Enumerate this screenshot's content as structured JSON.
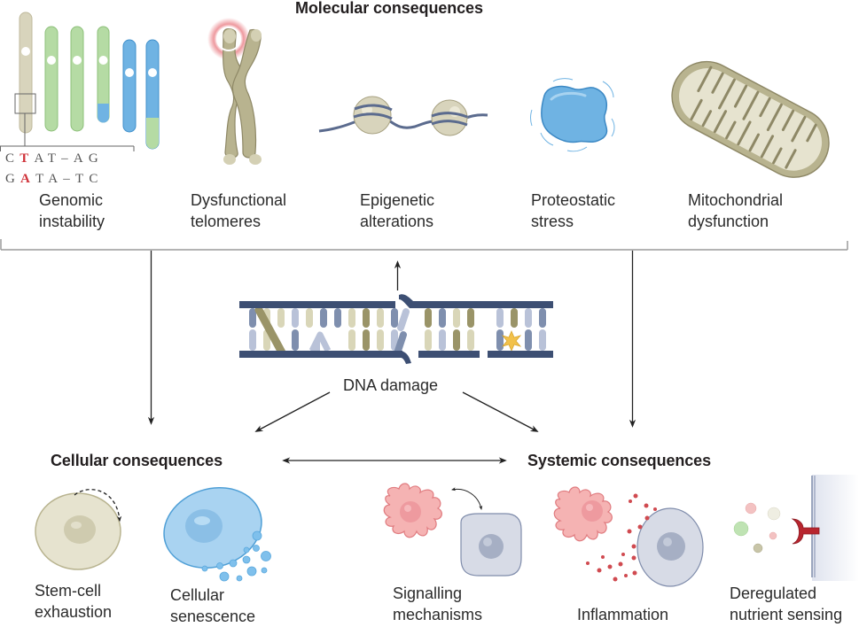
{
  "diagram": {
    "title_molecular": "Molecular consequences",
    "title_cellular": "Cellular consequences",
    "title_systemic": "Systemic consequences",
    "center_label": "DNA damage",
    "molecular_items": [
      {
        "label": "Genomic\ninstability",
        "icon": "chromosomes-icon"
      },
      {
        "label": "Dysfunctional\ntelomeres",
        "icon": "telomere-chromosome-icon"
      },
      {
        "label": "Epigenetic\nalterations",
        "icon": "nucleosome-icon"
      },
      {
        "label": "Proteostatic\nstress",
        "icon": "misfolded-protein-icon"
      },
      {
        "label": "Mitochondrial\ndysfunction",
        "icon": "mitochondrion-icon"
      }
    ],
    "dna_sequence": {
      "top": {
        "pre": "C",
        "mut": "T",
        "post": "AT–AG"
      },
      "bottom": {
        "pre": "G",
        "mut": "A",
        "post": "TA–TC"
      }
    },
    "cellular_items": [
      {
        "label": "Stem-cell\nexhaustion",
        "icon": "stem-cell-icon"
      },
      {
        "label": "Cellular\nsenescence",
        "icon": "senescent-cell-icon"
      }
    ],
    "systemic_items": [
      {
        "label": "Signalling\nmechanisms",
        "icon": "cell-signalling-icon"
      },
      {
        "label": "Inflammation",
        "icon": "inflammation-icon"
      },
      {
        "label": "Deregulated\nnutrient sensing",
        "icon": "nutrient-receptor-icon"
      }
    ],
    "colors": {
      "dna_backbone": "#3d4f73",
      "base_beige": "#d9d6b8",
      "base_olive": "#9a9468",
      "base_blue": "#7f8fae",
      "base_lightblue": "#b9c2d8",
      "lesion": "#f2c14a",
      "mutation_red": "#d0343b",
      "chromosome_green": "#b5dba4",
      "chromosome_blue": "#6fb3e3",
      "chromosome_beige": "#d8d4bc",
      "immune_cell": "#f3a6a6",
      "grey_cell": "#d7dbe6"
    }
  }
}
